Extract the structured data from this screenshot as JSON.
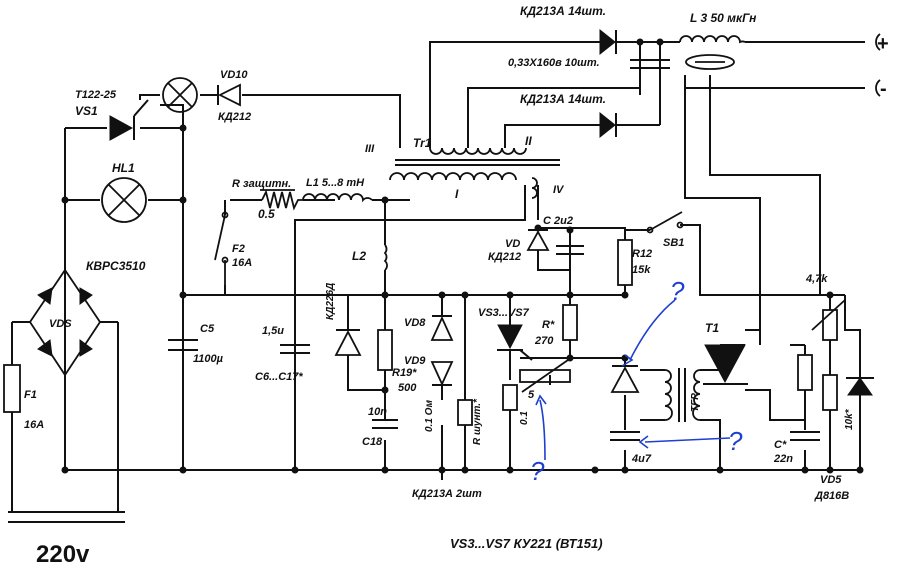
{
  "colors": {
    "ink": "#111111",
    "annotation": "#1f3fcf",
    "background": "#ffffff"
  },
  "labels": {
    "kd213a_top": "КД213А  14шт.",
    "cap_out": "0,33Х160в  10шт.",
    "kd213a_mid": "КД213А  14шт.",
    "choke": "L 3  50 мкГн",
    "plus": "+",
    "minus": "-",
    "triac": "Т122-25",
    "vs1": "VS1",
    "vd10": "VD10",
    "kd212_top": "КД212",
    "tr1": "Tr1",
    "wind_iii": "III",
    "wind_ii": "II",
    "wind_i": "I",
    "wind_iv": "IV",
    "hl1": "HL1",
    "r_protect": "R защитн.",
    "r_protect_val": "0.5",
    "l1": "L1  5...8 mH",
    "f2": "F2",
    "f2_val": "16A",
    "bridge": "КВРС3510",
    "vds": "VDS",
    "c5": "C5",
    "c5_val": "1100µ",
    "l2": "L2",
    "c_small": "1,5u",
    "c6_c17": "C6...C17*",
    "kd226": "КД226Д",
    "vd_c": "C   2u2",
    "vd": "VD",
    "kd212_mid": "КД212",
    "r12": "R12",
    "r12_val": "15k",
    "sb1": "SB1",
    "vd8": "VD8",
    "vd9": "VD9",
    "vs3vs7": "VS3...VS7",
    "r_star": "R*",
    "r_star_val": "270",
    "r19": "R19*",
    "r19_val": "500",
    "c18_val": "10n",
    "c18": "C18",
    "r_shunt": "R шунт.*",
    "r_shunt_val": "0.1 Ом",
    "pot_5": "5",
    "pot_01": "0.1",
    "r_47k": "4,7k",
    "t1": "T1",
    "tgr": "ТГР",
    "c_4u7": "4u7",
    "c_star": "C*",
    "c_star_val": "22n",
    "r_10k": "10k*",
    "vd5": "VD5",
    "d816v": "Д816В",
    "f1": "F1",
    "f1_val": "16A",
    "kd213a_bottom": "КД213А  2шт",
    "vs_note": "VS3...VS7   КУ221 (ВТ151)",
    "mains": "220v",
    "q1": "?",
    "q2": "?",
    "q3": "?"
  }
}
